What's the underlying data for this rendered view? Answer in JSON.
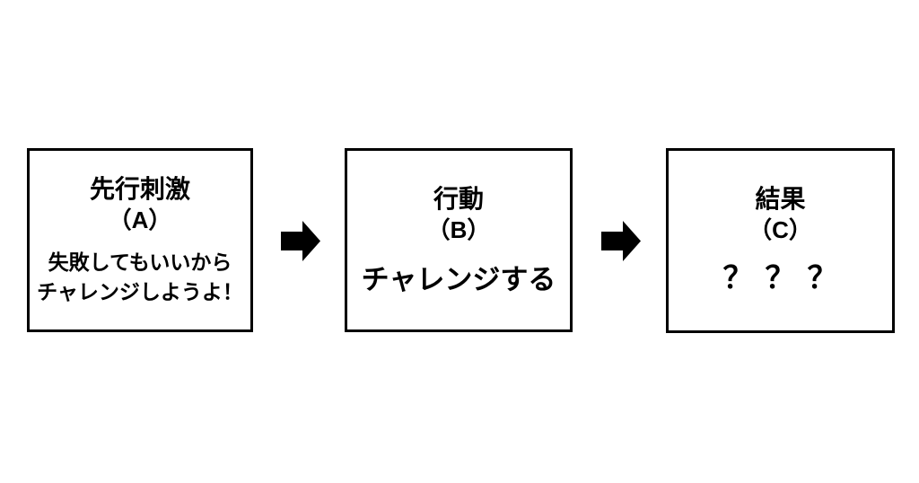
{
  "page": {
    "background_color": "#ffffff"
  },
  "diagram": {
    "type": "flow",
    "colors": {
      "box_border": "#000000",
      "box_background": "#ffffff",
      "text": "#000000",
      "arrow": "#000000"
    },
    "boxes": [
      {
        "title": "先行刺激",
        "label": "（A）",
        "lines": [
          "失敗してもいいから",
          "チャレンジしようよ！"
        ]
      },
      {
        "title": "行動",
        "label": "（B）",
        "lines": [
          "チャレンジする"
        ]
      },
      {
        "title": "結果",
        "label": "（C）",
        "lines": [
          "？？？"
        ]
      }
    ],
    "connectors": [
      {
        "icon": "arrow-right-icon"
      },
      {
        "icon": "arrow-right-icon"
      }
    ]
  }
}
